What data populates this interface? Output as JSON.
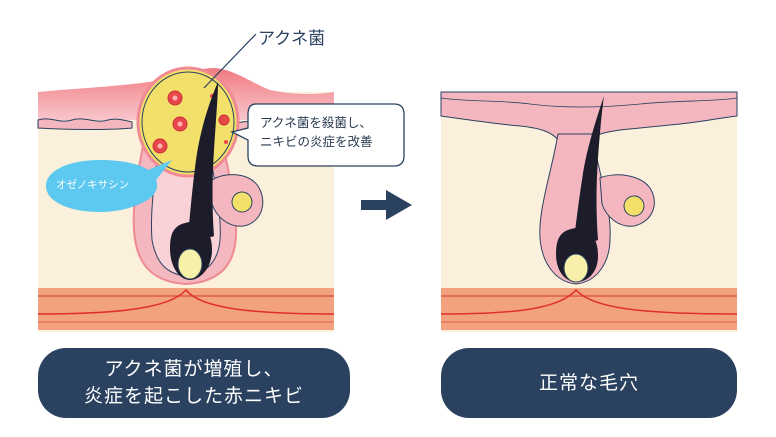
{
  "labels": {
    "bacteria": "アクネ菌",
    "callout_line1": "アクネ菌を殺菌し、",
    "callout_line2": "ニキビの炎症を改善",
    "drug": "オゼノキサシン"
  },
  "captions": {
    "left_line1": "アクネ菌が増殖し、",
    "left_line2": "炎症を起こした赤ニキビ",
    "right": "正常な毛穴"
  },
  "colors": {
    "navy": "#2a4260",
    "skin_pink": "#f4b7c0",
    "inflamed_red": "#ef7a82",
    "dermis": "#fbf0dc",
    "fat_orange": "#f2a27e",
    "hair": "#1c1c2a",
    "bulb": "#f6f0a8",
    "bacteria_zone": "#f3e06a",
    "bacteria": "#e8474a",
    "drug_bubble": "#5ec9f0"
  }
}
